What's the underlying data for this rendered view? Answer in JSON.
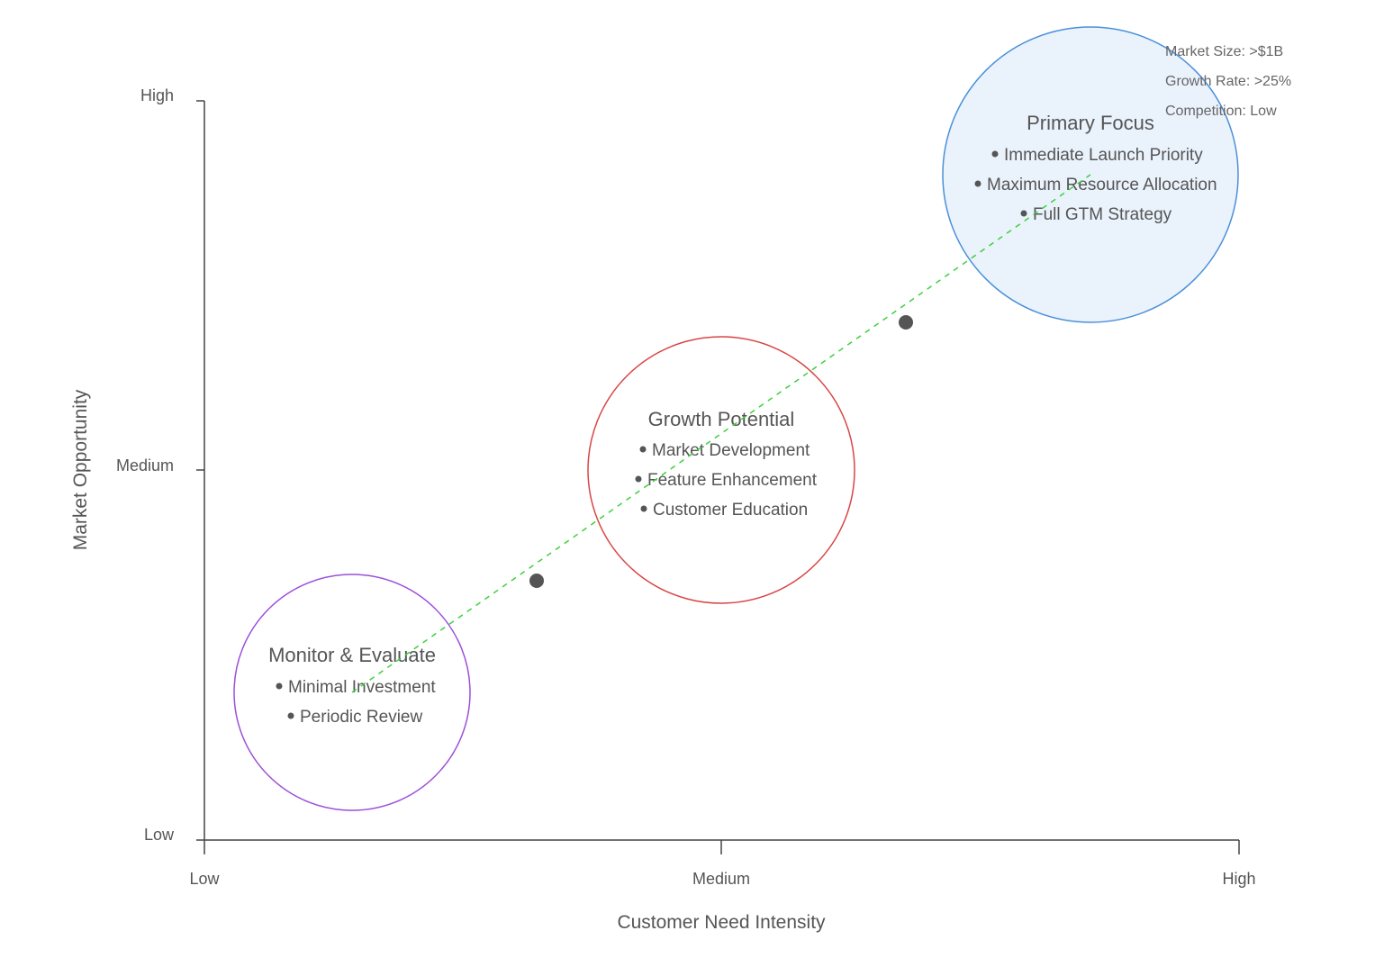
{
  "x_axis": {
    "title": "Customer Need Intensity",
    "ticks": [
      "Low",
      "Medium",
      "High"
    ]
  },
  "y_axis": {
    "title": "Market Opportunity",
    "ticks": [
      "Low",
      "Medium",
      "High"
    ]
  },
  "zones": [
    {
      "id": "monitor",
      "title": "Monitor & Evaluate",
      "items": [
        "Minimal Investment",
        "Periodic Review"
      ],
      "stroke": "#9b4fd9",
      "fill": "none"
    },
    {
      "id": "growth",
      "title": "Growth Potential",
      "items": [
        "Market Development",
        "Feature Enhancement",
        "Customer Education"
      ],
      "stroke": "#d94545",
      "fill": "none"
    },
    {
      "id": "primary",
      "title": "Primary Focus",
      "items": [
        "Immediate Launch Priority",
        "Maximum Resource Allocation",
        "Full GTM Strategy"
      ],
      "stroke": "#4a90d9",
      "fill": "#eaf2fc"
    }
  ],
  "metrics": [
    "Market Size: >$1B",
    "Growth Rate: >25%",
    "Competition: Low"
  ],
  "path": {
    "color": "#3cd13c",
    "marker_color": "#555555"
  }
}
